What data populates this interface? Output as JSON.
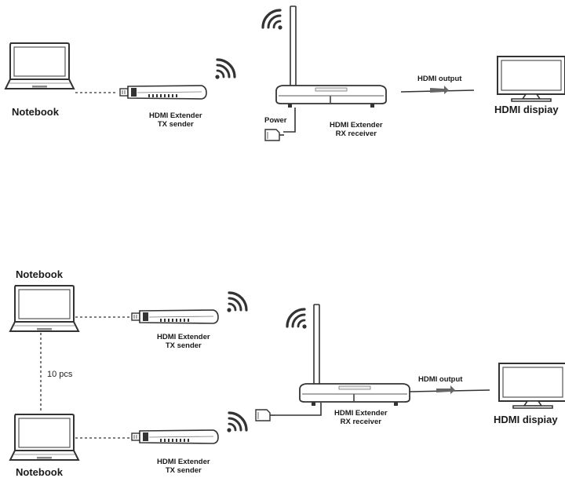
{
  "top": {
    "notebook": "Notebook",
    "tx": {
      "line1": "HDMI Extender",
      "line2": "TX sender"
    },
    "rx": {
      "line1": "HDMI Extender",
      "line2": "RX receiver"
    },
    "power": "Power",
    "output": "HDMI output",
    "display": "HDMI dispiay"
  },
  "bottom": {
    "notebook_top": "Notebook",
    "notebook_bottom": "Notebook",
    "count": "10 pcs",
    "tx1": {
      "line1": "HDMI Extender",
      "line2": "TX sender"
    },
    "tx2": {
      "line1": "HDMI Extender",
      "line2": "TX sender"
    },
    "rx": {
      "line1": "HDMI Extender",
      "line2": "RX receiver"
    },
    "output": "HDMI output",
    "display": "HDMI dispiay"
  }
}
